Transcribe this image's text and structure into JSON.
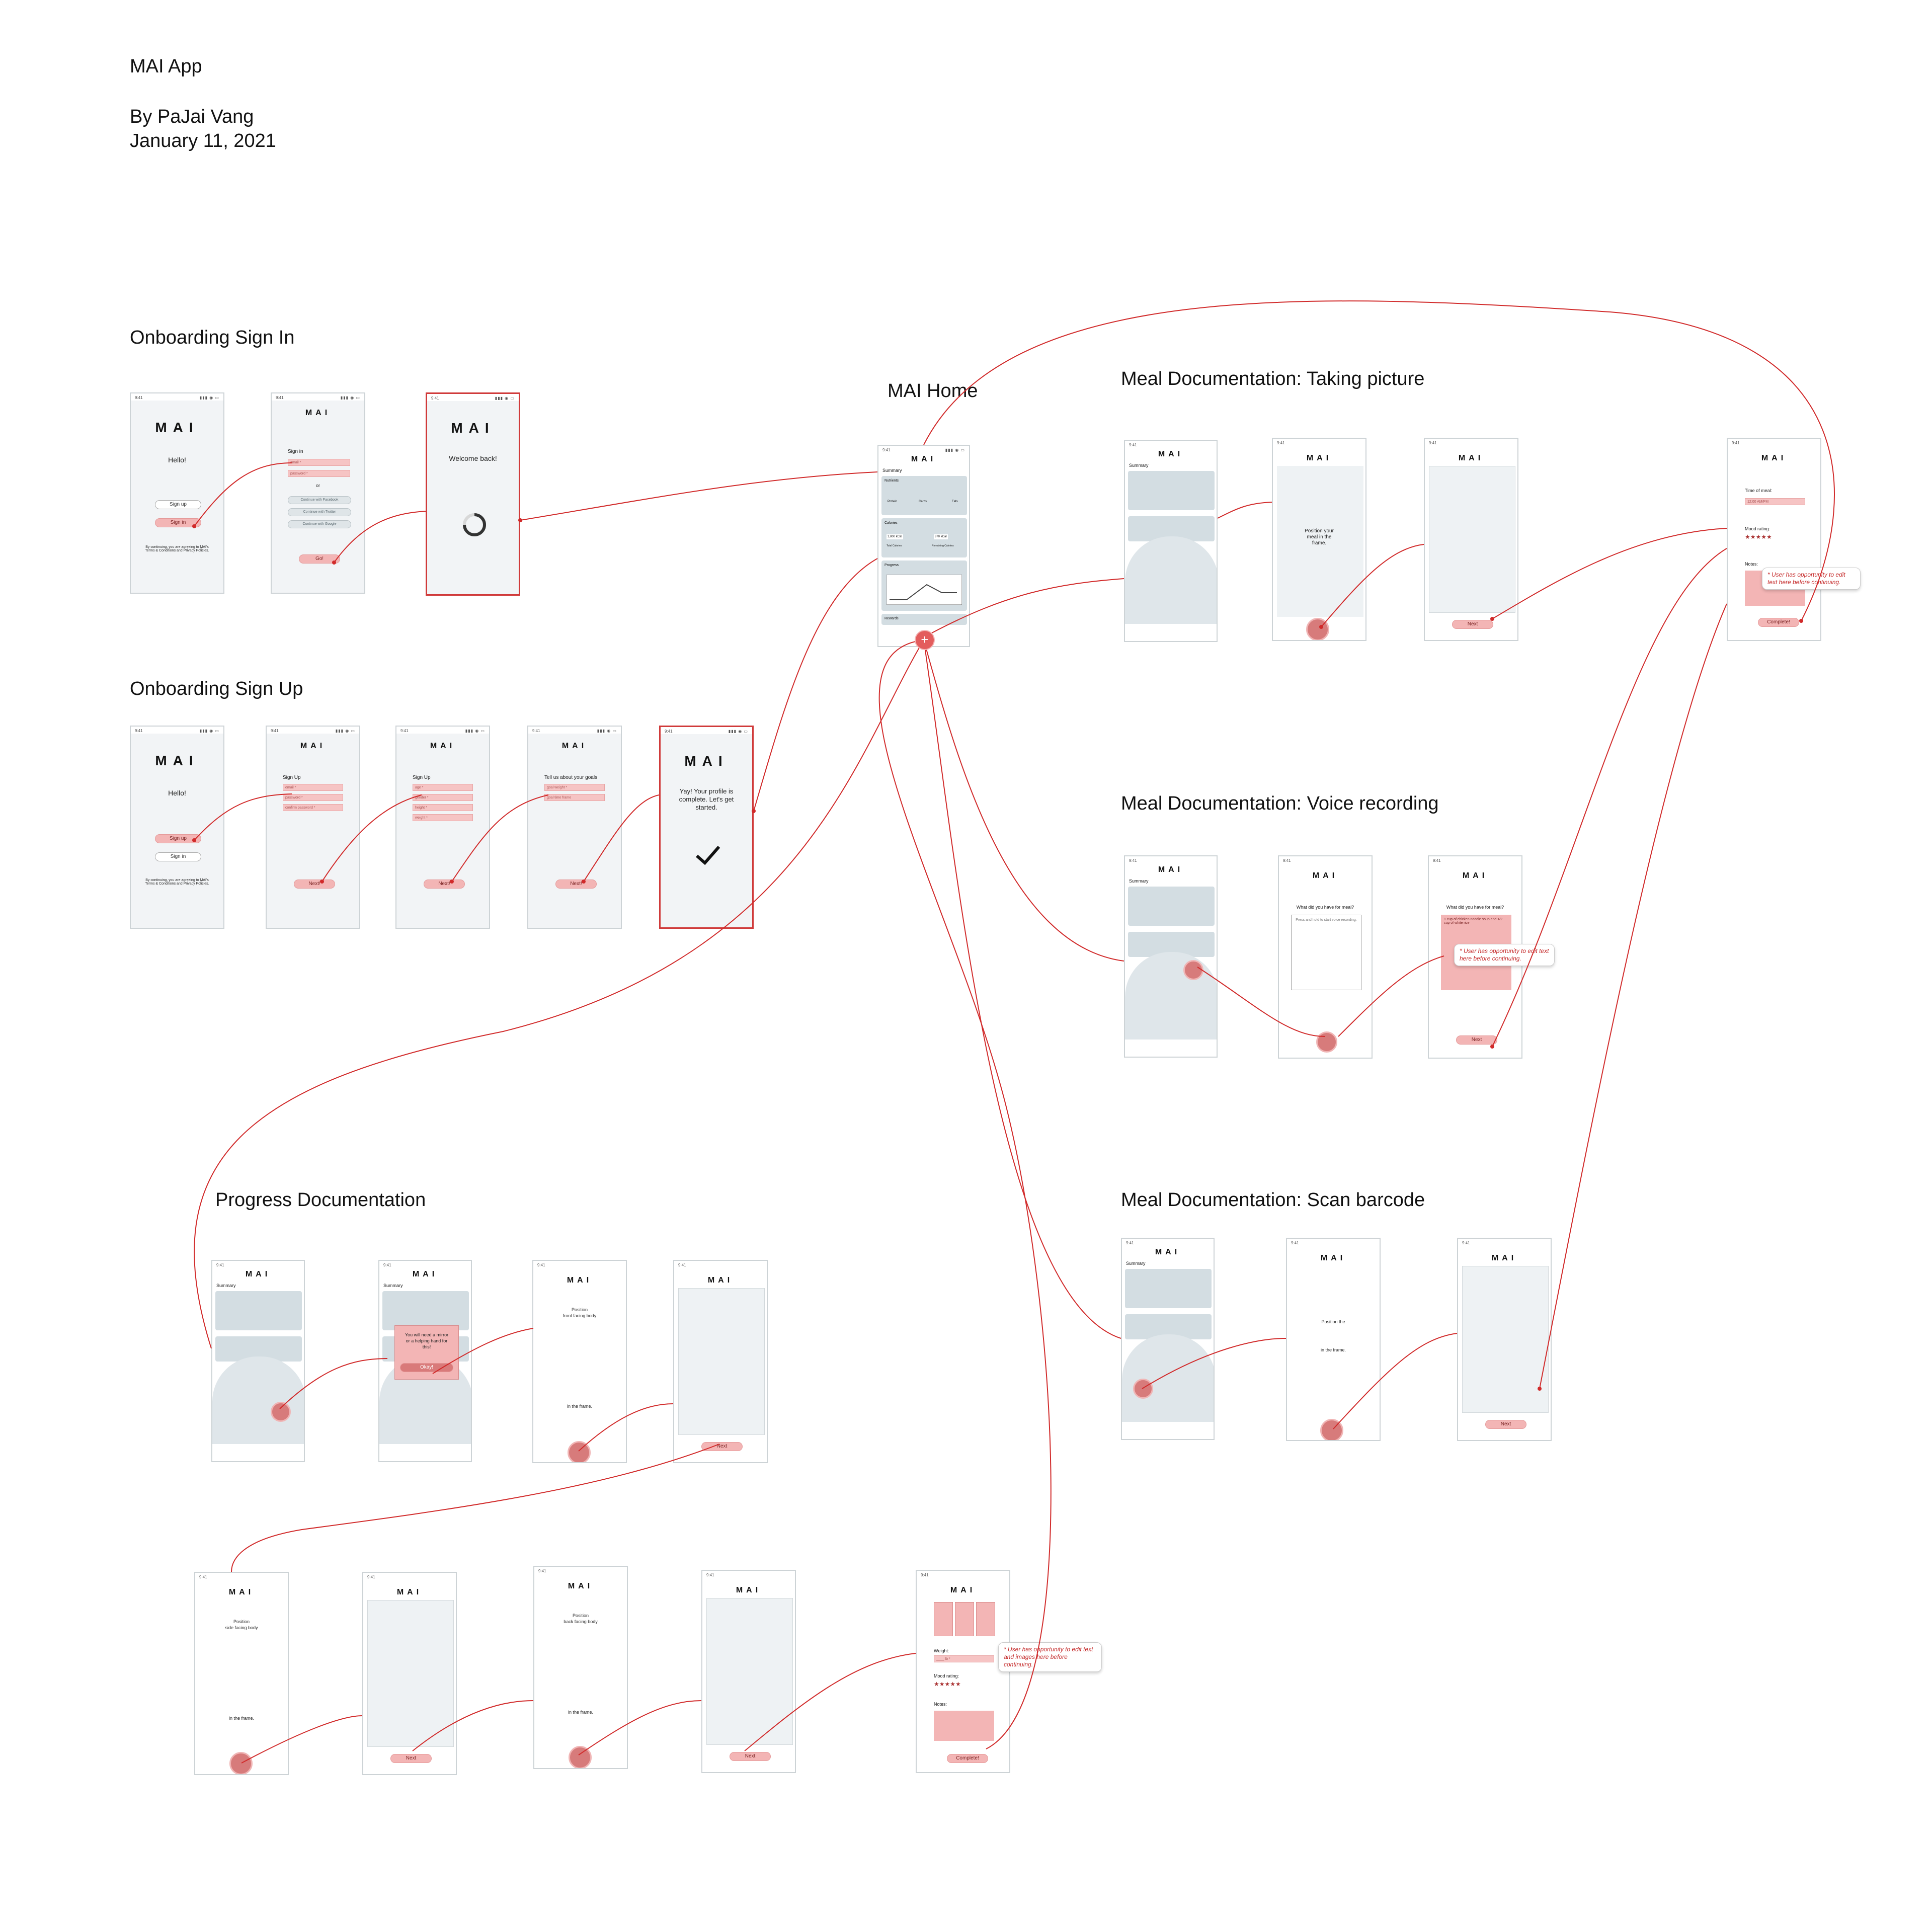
{
  "header": {
    "title": "MAI App",
    "author": "By PaJai Vang",
    "date": "January 11, 2021"
  },
  "sections": {
    "signin": "Onboarding Sign In",
    "signup": "Onboarding Sign Up",
    "home": "MAI Home",
    "picture": "Meal Documentation: Taking picture",
    "voice": "Meal Documentation: Voice recording",
    "barcode": "Meal Documentation: Scan barcode",
    "progress": "Progress Documentation"
  },
  "phone": {
    "logo": "MAI",
    "time": "9:41",
    "signal": "▮▮▮ ◉ ▭"
  },
  "signin_screens": {
    "hello": "Hello!",
    "sign_up": "Sign up",
    "sign_in": "Sign in",
    "terms": "By continuing, you are agreeing to MAI's Terms & Conditions and Privacy Policies.",
    "sign_in_title": "Sign in",
    "email": "email *",
    "password": "password *",
    "or": "or",
    "facebook": "Continue with Facebook",
    "twitter": "Continue with Twitter",
    "google": "Continue with Google",
    "go": "Go!",
    "welcome": "Welcome back!"
  },
  "signup_screens": {
    "title": "Sign Up",
    "email": "email *",
    "password": "password *",
    "confirm": "confirm password *",
    "age": "age *",
    "gender": "gender *",
    "height": "height *",
    "weight": "weight *",
    "goals_title": "Tell us about your goals",
    "goal_weight": "goal weight *",
    "goal_timeframe": "goal time frame",
    "next": "Next!",
    "complete": "Yay! Your profile is complete. Let's get started."
  },
  "home": {
    "summary": "Summary",
    "nutrients": "Nutrients",
    "protein": "Protein",
    "carbs": "Carbs",
    "fats": "Fats",
    "calories": "Calories",
    "cal_total": "1,800 kCal",
    "cal_remaining": "870 kCal",
    "total_label": "Total Calories",
    "remaining_label": "Remaining Calories",
    "progress": "Progress",
    "rewards": "Rewards"
  },
  "meal_picture": {
    "position_text": "Position your meal in the frame.",
    "next": "Next",
    "time_label": "Time of meal:",
    "time_value": "12:00 AM/PM",
    "mood_label": "Mood rating:",
    "stars": "★★★★★",
    "notes_label": "Notes:",
    "complete": "Complete!",
    "note": "* User has opportunity to edit text here before continuing."
  },
  "meal_voice": {
    "question": "What did you have for meal?",
    "placeholder": "Press and hold to start voice recording.",
    "transcript": "1 cup of chicken noodle soup and 1/2 cup of white rice",
    "next": "Next",
    "note": "* User has opportunity to edit text here before continuing."
  },
  "meal_barcode": {
    "position_text_1": "Position the",
    "position_text_2": "in the frame.",
    "next": "Next"
  },
  "progress_doc": {
    "popup": "You will need a mirror or a helping hand for this!",
    "okay": "Okay!",
    "front_1": "Position",
    "front_2": "front facing body",
    "side_1": "Position",
    "side_2": "side facing body",
    "back_1": "Position",
    "back_2": "back facing body",
    "in_frame": "in the frame.",
    "next": "Next",
    "weight": "Weight:",
    "weight_value": "____ lb *",
    "mood": "Mood rating:",
    "stars": "★★★★★",
    "notes": "Notes:",
    "complete": "Complete!",
    "note": "* User has opportunity to edit text and images here before continuing."
  },
  "colors": {
    "accent": "#d12a2a",
    "pink": "#f3b5b5",
    "card": "#d3dde2",
    "screen_bg": "#f2f4f6"
  }
}
